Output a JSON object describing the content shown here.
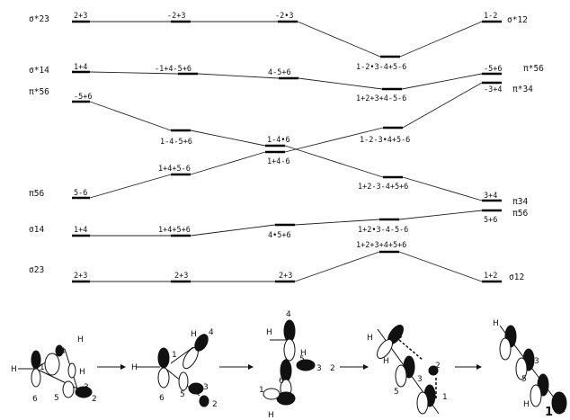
{
  "side_labels": {
    "left": [
      "σ*23",
      "σ*14",
      "π*56",
      "π56",
      "σ14",
      "σ23"
    ],
    "right": [
      "σ*12",
      "π*56",
      "π*34",
      "π34",
      "π56",
      "σ12"
    ]
  },
  "level_labels": [
    "2+3",
    "-2+3",
    "-2•3",
    "1-2",
    "1-2•3-4+5-6",
    "1+4",
    "-1+4-5+6",
    "4-5+6",
    "1+2+3+4-5-6",
    "-5+6",
    "-5+6",
    "-3+4",
    "1-4-5+6",
    "1-4•6",
    "1-2-3•4+5-6",
    "1+4-6",
    "5-6",
    "1+4+5-6",
    "1+2-3-4+5+6",
    "3+4",
    "5+6",
    "1+4",
    "1+4+5+6",
    "4•5+6",
    "1+2•3-4-5-6",
    "1+2+3+4+5+6",
    "2+3",
    "2+3",
    "2+3",
    "1+2"
  ],
  "bottom_numbers": {
    "s1": [
      "1",
      "4",
      "H",
      "H",
      "H",
      "6",
      "5",
      "3",
      "2"
    ],
    "s2": [
      "1",
      "4",
      "H",
      "H",
      "6",
      "5",
      "3",
      "2"
    ],
    "s3": [
      "4",
      "H",
      "H",
      "5",
      "6",
      "1",
      "H",
      "3",
      "2"
    ],
    "s4": [
      "H",
      "4",
      "H",
      "3",
      "2",
      "5",
      "1"
    ],
    "s5": [
      "H",
      "4",
      "3",
      "5",
      "H",
      "1"
    ]
  }
}
